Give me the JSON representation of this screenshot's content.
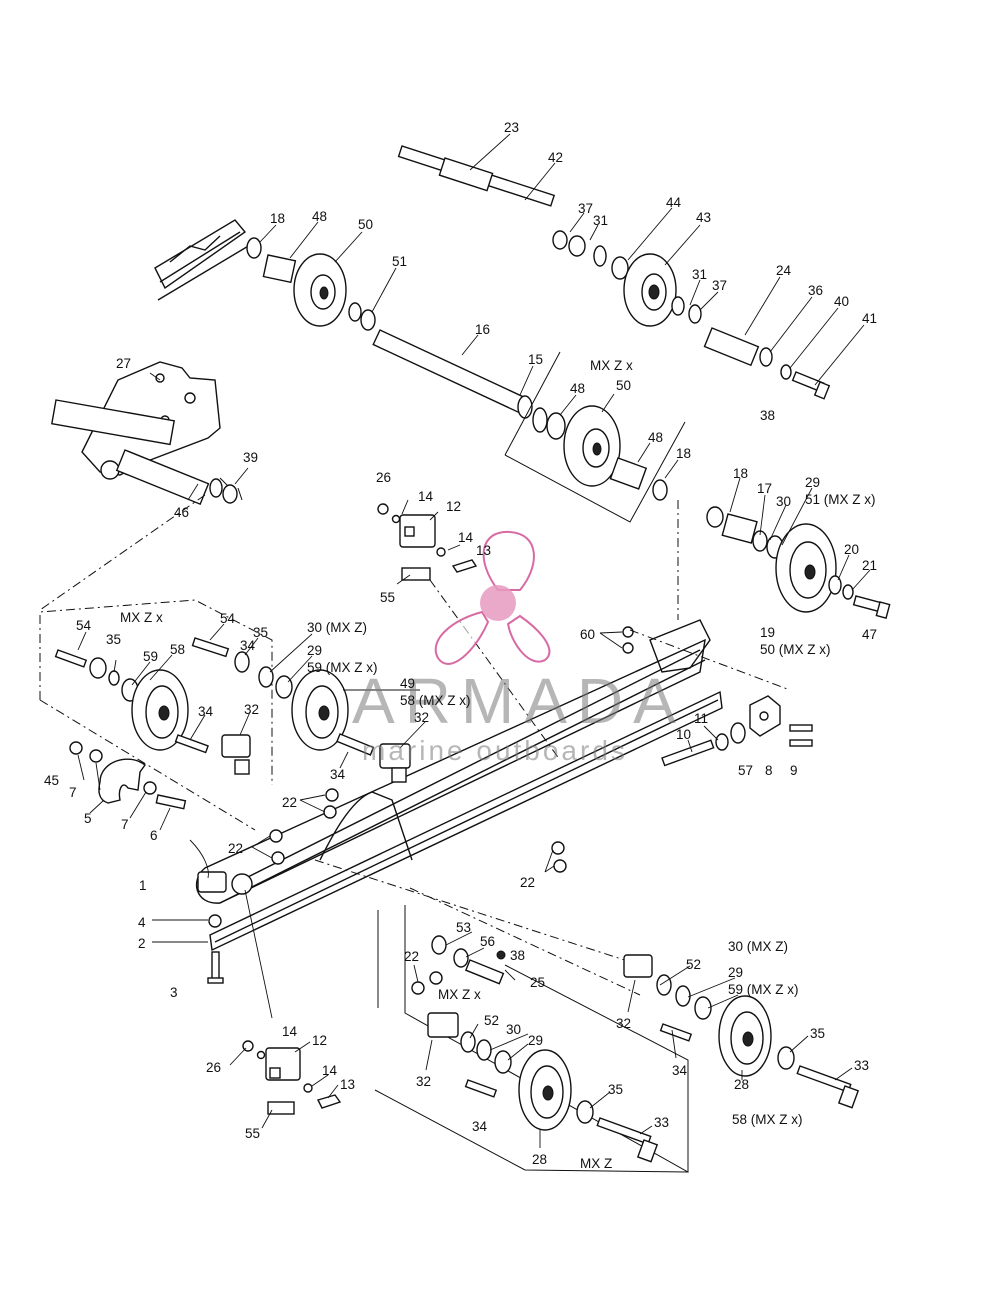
{
  "labels": [
    {
      "id": "l1",
      "text": "23"
    },
    {
      "id": "l2",
      "text": "42"
    },
    {
      "id": "l3",
      "text": "37"
    },
    {
      "id": "l4",
      "text": "31"
    },
    {
      "id": "l5",
      "text": "44"
    },
    {
      "id": "l6",
      "text": "43"
    },
    {
      "id": "l7",
      "text": "18"
    },
    {
      "id": "l8",
      "text": "48"
    },
    {
      "id": "l9",
      "text": "50"
    },
    {
      "id": "l10",
      "text": "51"
    },
    {
      "id": "l11",
      "text": "31"
    },
    {
      "id": "l12",
      "text": "37"
    },
    {
      "id": "l13",
      "text": "24"
    },
    {
      "id": "l14",
      "text": "36"
    },
    {
      "id": "l15",
      "text": "40"
    },
    {
      "id": "l16",
      "text": "41"
    },
    {
      "id": "l17",
      "text": "16"
    },
    {
      "id": "l18",
      "text": "15"
    },
    {
      "id": "l19",
      "text": "MX Z x"
    },
    {
      "id": "l20",
      "text": "27"
    },
    {
      "id": "l21",
      "text": "48"
    },
    {
      "id": "l22",
      "text": "50"
    },
    {
      "id": "l23",
      "text": "38"
    },
    {
      "id": "l24",
      "text": "48"
    },
    {
      "id": "l25",
      "text": "18"
    },
    {
      "id": "l26",
      "text": "39"
    },
    {
      "id": "l27",
      "text": "46"
    },
    {
      "id": "l28",
      "text": "26"
    },
    {
      "id": "l29",
      "text": "14"
    },
    {
      "id": "l30",
      "text": "12"
    },
    {
      "id": "l31",
      "text": "18"
    },
    {
      "id": "l32",
      "text": "17"
    },
    {
      "id": "l33",
      "text": "29"
    },
    {
      "id": "l34",
      "text": "51 (MX Z x)"
    },
    {
      "id": "l35",
      "text": "30"
    },
    {
      "id": "l36",
      "text": "14"
    },
    {
      "id": "l37",
      "text": "13"
    },
    {
      "id": "l38",
      "text": "20"
    },
    {
      "id": "l39",
      "text": "21"
    },
    {
      "id": "l40",
      "text": "55"
    },
    {
      "id": "l41",
      "text": "MX Z x"
    },
    {
      "id": "l42",
      "text": "54"
    },
    {
      "id": "l43",
      "text": "54"
    },
    {
      "id": "l44",
      "text": "35"
    },
    {
      "id": "l45",
      "text": "30 (MX Z)"
    },
    {
      "id": "l46",
      "text": "60"
    },
    {
      "id": "l47",
      "text": "19"
    },
    {
      "id": "l48",
      "text": "47"
    },
    {
      "id": "l49",
      "text": "50 (MX Z x)"
    },
    {
      "id": "l50",
      "text": "35"
    },
    {
      "id": "l51",
      "text": "58"
    },
    {
      "id": "l52",
      "text": "29"
    },
    {
      "id": "l53",
      "text": "59"
    },
    {
      "id": "l54",
      "text": "59 (MX Z x)"
    },
    {
      "id": "l55",
      "text": "49"
    },
    {
      "id": "l56",
      "text": "58 (MX Z x)"
    },
    {
      "id": "l57",
      "text": "34"
    },
    {
      "id": "l58",
      "text": "32"
    },
    {
      "id": "l59",
      "text": "32"
    },
    {
      "id": "l60",
      "text": "11"
    },
    {
      "id": "l61",
      "text": "10"
    },
    {
      "id": "l62",
      "text": "45"
    },
    {
      "id": "l63",
      "text": "7"
    },
    {
      "id": "l64",
      "text": "57"
    },
    {
      "id": "l65",
      "text": "8"
    },
    {
      "id": "l66",
      "text": "9"
    },
    {
      "id": "l67",
      "text": "34"
    },
    {
      "id": "l68",
      "text": "5"
    },
    {
      "id": "l69",
      "text": "7"
    },
    {
      "id": "l70",
      "text": "6"
    },
    {
      "id": "l71",
      "text": "22"
    },
    {
      "id": "l72",
      "text": "22"
    },
    {
      "id": "l73",
      "text": "22"
    },
    {
      "id": "l74",
      "text": "1"
    },
    {
      "id": "l75",
      "text": "4"
    },
    {
      "id": "l76",
      "text": "2"
    },
    {
      "id": "l77",
      "text": "53"
    },
    {
      "id": "l78",
      "text": "56"
    },
    {
      "id": "l79",
      "text": "38"
    },
    {
      "id": "l80",
      "text": "25"
    },
    {
      "id": "l81",
      "text": "22"
    },
    {
      "id": "l82",
      "text": "MX Z x"
    },
    {
      "id": "l83",
      "text": "3"
    },
    {
      "id": "l84",
      "text": "30 (MX Z)"
    },
    {
      "id": "l85",
      "text": "52"
    },
    {
      "id": "l86",
      "text": "29"
    },
    {
      "id": "l87",
      "text": "59 (MX Z x)"
    },
    {
      "id": "l88",
      "text": "32"
    },
    {
      "id": "l89",
      "text": "14"
    },
    {
      "id": "l90",
      "text": "12"
    },
    {
      "id": "l91",
      "text": "26"
    },
    {
      "id": "l92",
      "text": "14"
    },
    {
      "id": "l93",
      "text": "13"
    },
    {
      "id": "l94",
      "text": "52"
    },
    {
      "id": "l95",
      "text": "30"
    },
    {
      "id": "l96",
      "text": "29"
    },
    {
      "id": "l97",
      "text": "34"
    },
    {
      "id": "l98",
      "text": "35"
    },
    {
      "id": "l99",
      "text": "33"
    },
    {
      "id": "l100",
      "text": "32"
    },
    {
      "id": "l101",
      "text": "35"
    },
    {
      "id": "l102",
      "text": "33"
    },
    {
      "id": "l103",
      "text": "34"
    },
    {
      "id": "l104",
      "text": "55"
    },
    {
      "id": "l105",
      "text": "28"
    },
    {
      "id": "l106",
      "text": "58 (MX Z x)"
    },
    {
      "id": "l107",
      "text": "28"
    },
    {
      "id": "l108",
      "text": "MX Z"
    },
    {
      "id": "l109",
      "text": "34"
    }
  ],
  "watermark": {
    "brand": "ARMADA",
    "tagline": "marine outboards",
    "logo_color": "#e89ac0",
    "logo_outline": "#d86aa3"
  }
}
